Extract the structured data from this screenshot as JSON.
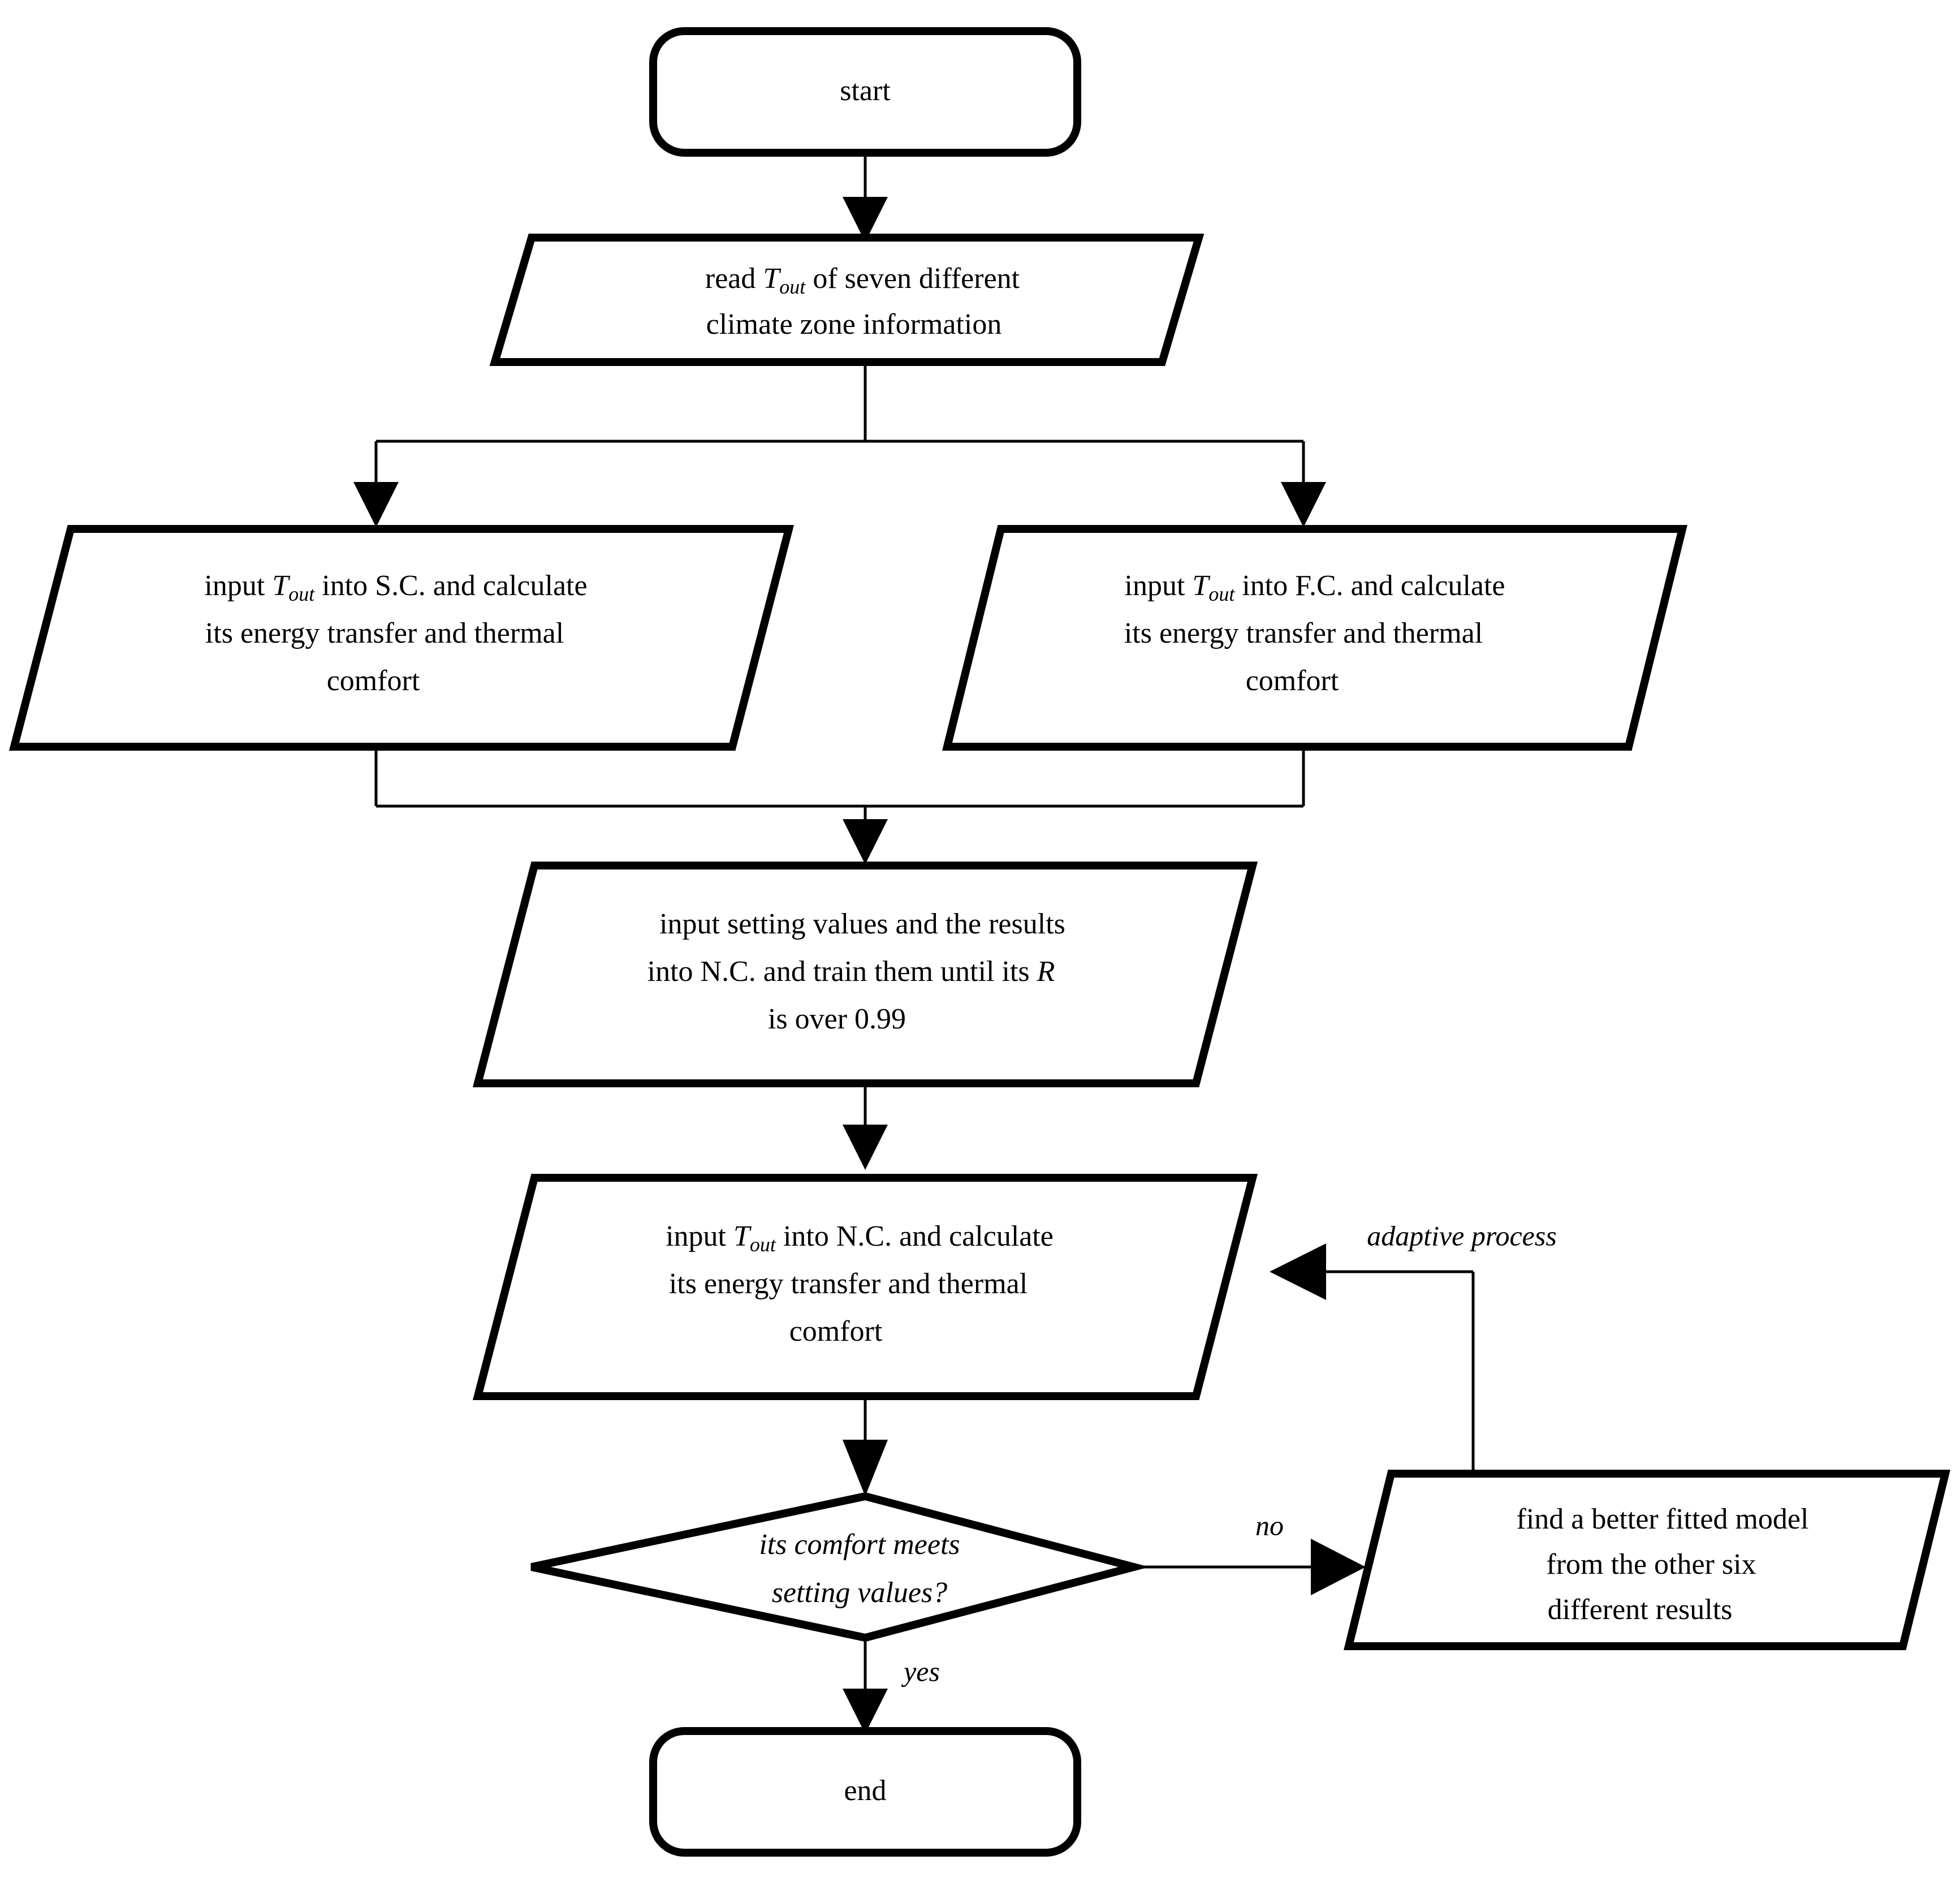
{
  "diagram": {
    "title": "flowchart",
    "background_color": "#ffffff",
    "line_color": "#000000"
  },
  "nodes": {
    "start": {
      "shape": "terminator",
      "label": "start"
    },
    "read_tout": {
      "shape": "parallelogram",
      "lines": [
        {
          "pre": "read ",
          "sym": "T",
          "sub": "out",
          "post": " of seven different"
        },
        {
          "pre": "climate zone information",
          "sym": "",
          "sub": "",
          "post": ""
        }
      ]
    },
    "input_sc": {
      "shape": "parallelogram",
      "lines": [
        {
          "pre": "input ",
          "sym": "T",
          "sub": "out",
          "post": " into S.C. and calculate"
        },
        {
          "pre": "its energy transfer and thermal",
          "sym": "",
          "sub": "",
          "post": ""
        },
        {
          "pre": "comfort",
          "sym": "",
          "sub": "",
          "post": ""
        }
      ]
    },
    "input_fc": {
      "shape": "parallelogram",
      "lines": [
        {
          "pre": "input ",
          "sym": "T",
          "sub": "out",
          "post": " into F.C. and calculate"
        },
        {
          "pre": "its energy transfer and thermal",
          "sym": "",
          "sub": "",
          "post": ""
        },
        {
          "pre": "comfort",
          "sym": "",
          "sub": "",
          "post": ""
        }
      ]
    },
    "train_nc": {
      "shape": "parallelogram",
      "lines": [
        {
          "pre": "input setting values and the results",
          "sym": "",
          "sub": "",
          "post": ""
        },
        {
          "pre": "into N.C. and train them until its ",
          "sym": "R",
          "sub": "",
          "post": ""
        },
        {
          "pre": "is over 0.99",
          "sym": "",
          "sub": "",
          "post": ""
        }
      ]
    },
    "input_nc": {
      "shape": "parallelogram",
      "lines": [
        {
          "pre": "input ",
          "sym": "T",
          "sub": "out",
          "post": " into N.C. and calculate"
        },
        {
          "pre": "its energy transfer and thermal",
          "sym": "",
          "sub": "",
          "post": ""
        },
        {
          "pre": "comfort",
          "sym": "",
          "sub": "",
          "post": ""
        }
      ]
    },
    "decision": {
      "shape": "diamond",
      "lines": [
        "its comfort meets",
        "setting values?"
      ]
    },
    "find_model": {
      "shape": "parallelogram",
      "lines": [
        {
          "pre": "find a better fitted model",
          "sym": "",
          "sub": "",
          "post": ""
        },
        {
          "pre": "from the other six",
          "sym": "",
          "sub": "",
          "post": ""
        },
        {
          "pre": "different results",
          "sym": "",
          "sub": "",
          "post": ""
        }
      ]
    },
    "end": {
      "shape": "terminator",
      "label": "end"
    }
  },
  "edge_labels": {
    "no": "no",
    "yes": "yes",
    "adaptive": "adaptive process"
  }
}
